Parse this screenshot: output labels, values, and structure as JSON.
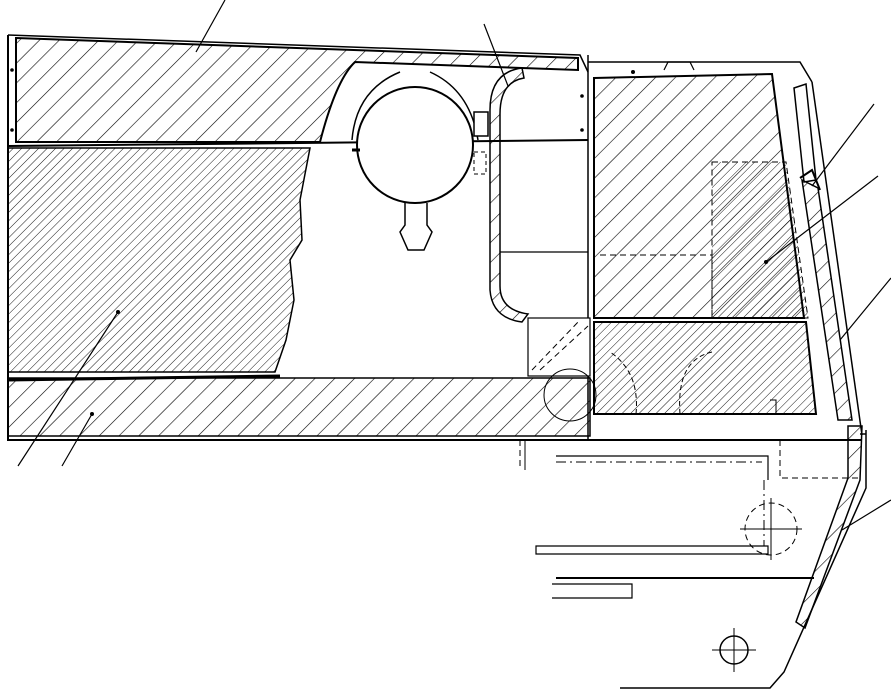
{
  "diagram": {
    "type": "technical-section-drawing",
    "colors": {
      "ink": "#000000",
      "paper": "#ffffff"
    },
    "hatched_regions": [
      {
        "id": "top-left-panel",
        "hatch": "wide"
      },
      {
        "id": "main-left-block",
        "hatch": "fine"
      },
      {
        "id": "bottom-strip",
        "hatch": "wide"
      },
      {
        "id": "right-upper-box",
        "hatch": "wide"
      },
      {
        "id": "right-inner-box",
        "hatch": "fine"
      },
      {
        "id": "right-lower-box",
        "hatch": "fine"
      },
      {
        "id": "slanted-plate",
        "hatch": "wide"
      },
      {
        "id": "bottom-lip-plate",
        "hatch": "wide"
      }
    ],
    "leader_lines": [
      "leader-top-center",
      "leader-top-right",
      "leader-right-1",
      "leader-right-2",
      "leader-right-3",
      "leader-right-4",
      "leader-bottom-left-1",
      "leader-bottom-left-2"
    ]
  }
}
